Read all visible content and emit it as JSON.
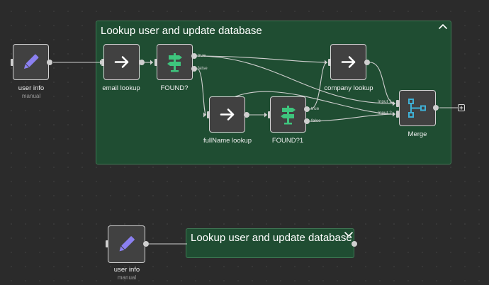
{
  "canvas": {
    "groups": [
      {
        "id": "expanded",
        "title": "Lookup user and update database",
        "toggle_icon": "chevron-up-icon"
      },
      {
        "id": "collapsed",
        "title": "Lookup user and update database",
        "toggle_icon": "chevron-down-icon"
      }
    ],
    "nodes": {
      "user_info_top": {
        "label": "user info",
        "subtitle": "manual",
        "icon": "pencil-icon"
      },
      "email_lookup": {
        "label": "email lookup",
        "icon": "arrow-right-icon"
      },
      "found": {
        "label": "FOUND?",
        "icon": "signpost-icon",
        "outputs": [
          "true",
          "false"
        ]
      },
      "fullname_lookup": {
        "label": "fullName lookup",
        "icon": "arrow-right-icon"
      },
      "found1": {
        "label": "FOUND?1",
        "icon": "signpost-icon",
        "outputs": [
          "true",
          "false"
        ]
      },
      "company_lookup": {
        "label": "company lookup",
        "icon": "arrow-right-icon"
      },
      "merge": {
        "label": "Merge",
        "icon": "merge-icon",
        "inputs": [
          "Input 1",
          "Input 2"
        ]
      },
      "user_info_bottom": {
        "label": "user info",
        "subtitle": "manual",
        "icon": "pencil-icon"
      }
    },
    "add_node_icon": "plus-icon",
    "colors": {
      "canvas_bg": "#2b2b2b",
      "group_bg": "#1f4d32",
      "node_bg": "#414141",
      "pencil": "#8b80f0",
      "signpost": "#3ec47d",
      "merge": "#3fb1d6",
      "edge": "#cfcfcf"
    }
  }
}
